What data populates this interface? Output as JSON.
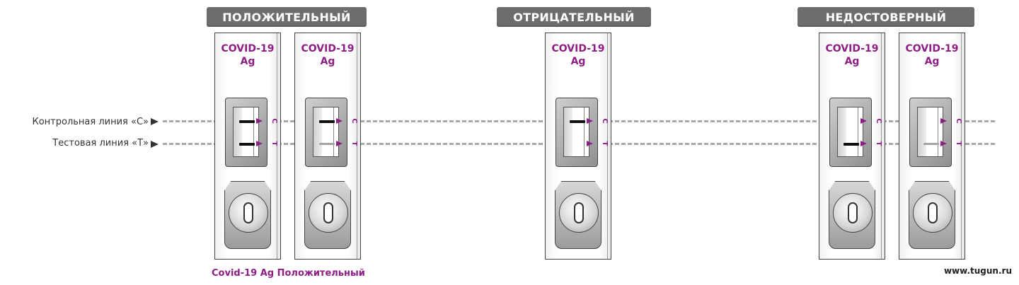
{
  "groups": {
    "positive": {
      "label": "ПОЛОЖИТЕЛЬНЫЙ"
    },
    "negative": {
      "label": "ОТРИЦАТЕЛЬНЫЙ"
    },
    "invalid": {
      "label": "НЕДОСТОВЕРНЫЙ"
    }
  },
  "legend": {
    "control_line": "Контрольная линия «С»",
    "test_line": "Тестовая линия «Т»"
  },
  "cassettes": [
    {
      "brand_line1": "COVID-19",
      "brand_line2": "Ag",
      "control_band": "strong",
      "test_band": "strong",
      "mark_c": "C",
      "mark_t": "T"
    },
    {
      "brand_line1": "COVID-19",
      "brand_line2": "Ag",
      "control_band": "strong",
      "test_band": "faint",
      "mark_c": "C",
      "mark_t": "T"
    },
    {
      "brand_line1": "COVID-19",
      "brand_line2": "Ag",
      "control_band": "strong",
      "test_band": "none",
      "mark_c": "C",
      "mark_t": "T"
    },
    {
      "brand_line1": "COVID-19",
      "brand_line2": "Ag",
      "control_band": "none",
      "test_band": "strong",
      "mark_c": "C",
      "mark_t": "T"
    },
    {
      "brand_line1": "COVID-19",
      "brand_line2": "Ag",
      "control_band": "none",
      "test_band": "faint",
      "mark_c": "C",
      "mark_t": "T"
    }
  ],
  "caption": "Covid-19 Ag Положительный",
  "watermark": "www.tugun.ru",
  "colors": {
    "brand": "#8e1e85",
    "header_bg": "#6d6d6d",
    "dashed_line": "#a9a9a9",
    "band_strong": "#111111",
    "band_faint": "#a4a4a4"
  }
}
